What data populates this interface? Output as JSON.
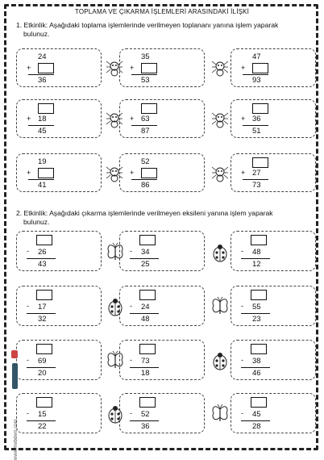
{
  "title": "TOPLAMA VE ÇIKARMA İŞLEMLERİ ARASINDAKİ İLİŞKİ",
  "section1": {
    "line1": "1. Etkinlik: Aşağıdaki toplama işlemlerinde verilmeyen toplananı yanına işlem yaparak",
    "line2": "bulunuz.",
    "problems": [
      {
        "top": "24",
        "bottom": "",
        "result": "36",
        "blank": "bottom",
        "op": "+"
      },
      {
        "top": "35",
        "bottom": "",
        "result": "53",
        "blank": "bottom",
        "op": "+"
      },
      {
        "top": "47",
        "bottom": "",
        "result": "93",
        "blank": "bottom",
        "op": "+"
      },
      {
        "top": "",
        "bottom": "18",
        "result": "45",
        "blank": "top",
        "op": "+"
      },
      {
        "top": "",
        "bottom": "63",
        "result": "87",
        "blank": "top",
        "op": "+"
      },
      {
        "top": "",
        "bottom": "36",
        "result": "51",
        "blank": "top",
        "op": "+"
      },
      {
        "top": "19",
        "bottom": "",
        "result": "41",
        "blank": "bottom",
        "op": "+"
      },
      {
        "top": "52",
        "bottom": "",
        "result": "86",
        "blank": "bottom",
        "op": "+"
      },
      {
        "top": "",
        "bottom": "27",
        "result": "73",
        "blank": "top",
        "op": "+"
      }
    ]
  },
  "section2": {
    "line1": "2. Etkinlik: Aşağıdaki çıkarma işlemlerinde verilmeyen eksileni yanına işlem yaparak",
    "line2": "bulunuz.",
    "problems": [
      {
        "bottom": "26",
        "result": "43",
        "op": "-"
      },
      {
        "bottom": "34",
        "result": "25",
        "op": "-"
      },
      {
        "bottom": "48",
        "result": "12",
        "op": "-"
      },
      {
        "bottom": "17",
        "result": "32",
        "op": "-"
      },
      {
        "bottom": "24",
        "result": "48",
        "op": "-"
      },
      {
        "bottom": "55",
        "result": "23",
        "op": "-"
      },
      {
        "bottom": "69",
        "result": "20",
        "op": "-"
      },
      {
        "bottom": "73",
        "result": "18",
        "op": "-"
      },
      {
        "bottom": "38",
        "result": "46",
        "op": "-"
      },
      {
        "bottom": "15",
        "result": "22",
        "op": "-"
      },
      {
        "bottom": "52",
        "result": "36",
        "op": "-"
      },
      {
        "bottom": "45",
        "result": "28",
        "op": "-"
      }
    ]
  },
  "side_text": "www.mebders.com",
  "icons": [
    "spider-icon",
    "butterfly-icon",
    "ladybug-icon"
  ]
}
